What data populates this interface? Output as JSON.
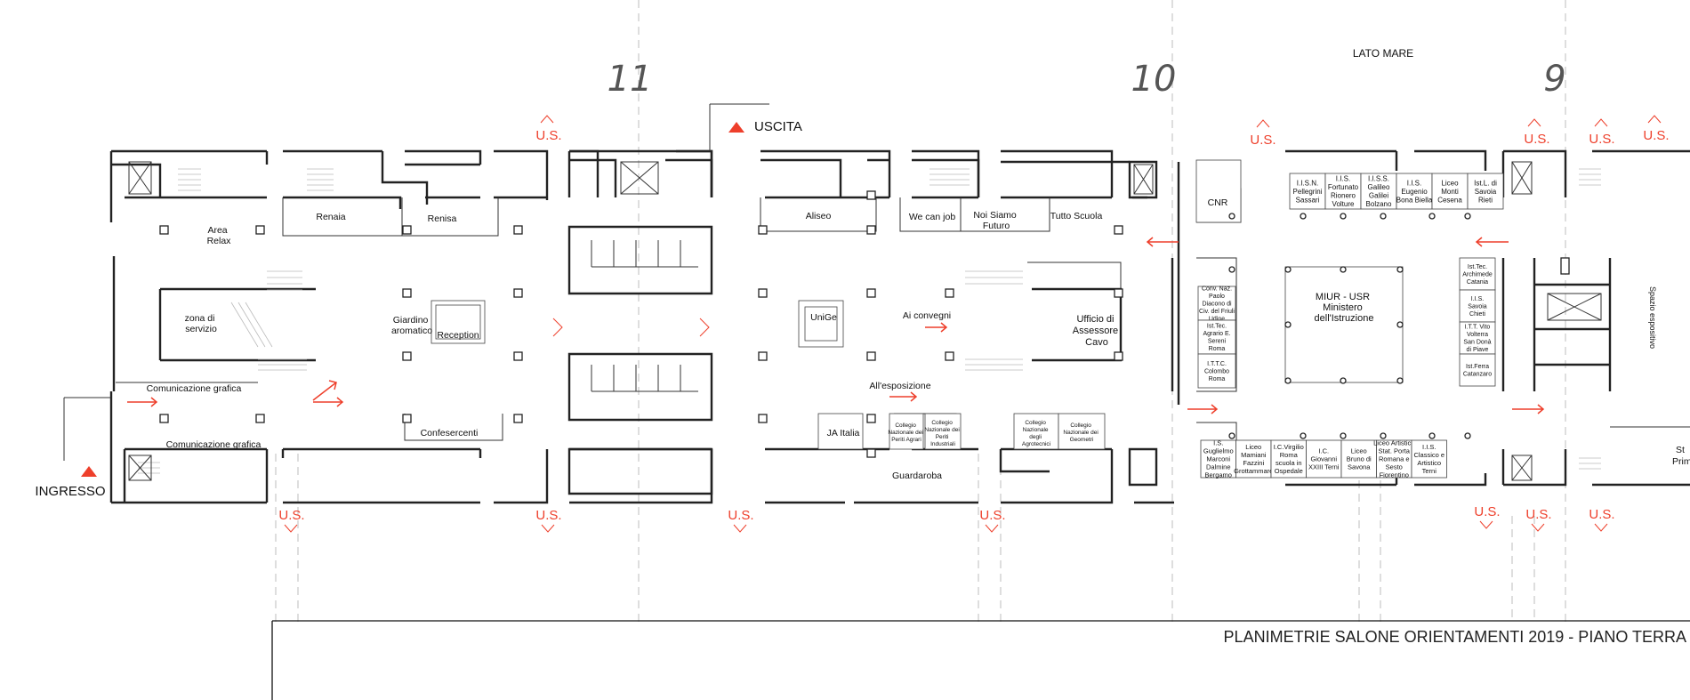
{
  "title": "PLANIMETRIE SALONE ORIENTAMENTI 2019 - PIANO TERRA",
  "column_numbers": [
    "11",
    "10",
    "9"
  ],
  "orientation": "LATO MARE",
  "entrance": "INGRESSO",
  "exit": "USCITA",
  "emergency_exit": "U.S.",
  "colors": {
    "accent": "#ee3f2b",
    "walls": "#222222",
    "grid": "#bdbdbd"
  },
  "areas": {
    "area_relax": [
      "Area",
      "Relax"
    ],
    "renaia": "Renaia",
    "renisa": "Renisa",
    "zona_servizio": [
      "zona di",
      "servizio"
    ],
    "comunicazione_1": "Comunicazione grafica",
    "comunicazione_2": "Comunicazione grafica",
    "giardino": [
      "Giardino",
      "aromatico"
    ],
    "reception": "Reception",
    "confesercenti": "Confesercenti",
    "aliseo": "Aliseo",
    "we_can_job": "We can job",
    "noi_siamo_futuro": [
      "Noi Siamo",
      "Futuro"
    ],
    "tutto_scuola": "Tutto Scuola",
    "unige": "UniGe",
    "ai_convegni": "Ai convegni",
    "all_esposizione": "All'esposizione",
    "ufficio_assessore": [
      "Ufficio di",
      "Assessore",
      "Cavo"
    ],
    "ja_italia": "JA Italia",
    "guardaroba": "Guardaroba",
    "collegio_agrari": [
      "Collegio",
      "Nazionale dei",
      "Periti Agrari"
    ],
    "collegio_industriali": [
      "Collegio",
      "Nazionale dei",
      "Periti",
      "Industriali"
    ],
    "collegio_agrotecnici": [
      "Collegio",
      "Nazionale",
      "degli",
      "Agrotecnici"
    ],
    "collegio_geometri": [
      "Collegio",
      "Nazionale dei",
      "Geometri"
    ],
    "cnr": "CNR",
    "miur": [
      "MIUR - USR",
      "Ministero",
      "dell'Istruzione"
    ],
    "spazio_espositivo": "Spazio espositivo",
    "st_prim": [
      "St",
      "Prim"
    ]
  },
  "booths_top": [
    [
      "I.I.S.N.",
      "Pellegrini",
      "Sassari"
    ],
    [
      "I.I.S.",
      "Fortunato",
      "Rionero",
      "Volture"
    ],
    [
      "I.I.S.S.",
      "Galileo",
      "Galilei",
      "Bolzano"
    ],
    [
      "I.I.S.",
      "Eugenio",
      "Bona Biella"
    ],
    [
      "Liceo",
      "Monti",
      "Cesena"
    ],
    [
      "Ist.L. di",
      "Savoia",
      "Rieti"
    ]
  ],
  "booths_bottom": [
    [
      "I.S.",
      "Guglielmo",
      "Marconi",
      "Dalmine",
      "Bergamo"
    ],
    [
      "Liceo",
      "Mamiani",
      "Fazzini",
      "Grottammare"
    ],
    [
      "I.C.Virgilio",
      "Roma",
      "scuola in",
      "Ospedale"
    ],
    [
      "I.C.",
      "Giovanni",
      "XXIII Terni"
    ],
    [
      "Liceo",
      "Bruno di",
      "Savona"
    ],
    [
      "Liceo Artistico",
      "Stat. Porta",
      "Romana e",
      "Sesto",
      "Fiorentino"
    ],
    [
      "I.I.S.",
      "Classico e",
      "Artistico",
      "Terni"
    ]
  ],
  "booths_left_col": [
    [
      "Conv. Naz.",
      "Paolo",
      "Diacono di",
      "Civ. del Friuli",
      "Udine"
    ],
    [
      "Ist.Tec.",
      "Agrario E.",
      "Sereni",
      "Roma"
    ],
    [
      "I.T.T.C.",
      "Colombo",
      "Roma"
    ]
  ],
  "booths_right_col": [
    [
      "Ist.Tec.",
      "Archimede",
      "Catania"
    ],
    [
      "I.I.S.",
      "Savoia",
      "Chieti"
    ],
    [
      "I.T.T. Vito",
      "Volterra",
      "San Donà",
      "di Piave"
    ],
    [
      "Ist.Ferra",
      "Catanzaro"
    ]
  ]
}
